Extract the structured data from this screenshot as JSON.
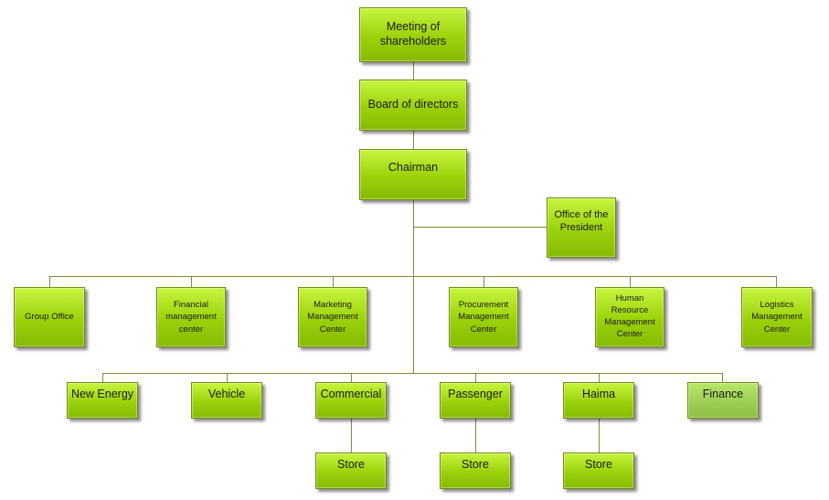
{
  "org_chart": {
    "top": {
      "meeting": "Meeting of shareholders",
      "board": "Board of directors",
      "chairman": "Chairman",
      "president_office": "Office of the President"
    },
    "centers": [
      "Group Office",
      "Financial management center",
      "Marketing Management Center",
      "Procurement Management Center",
      "Human Resource Management Center",
      "Logistics Management Center"
    ],
    "divisions": [
      "New Energy",
      "Vehicle",
      "Commercial",
      "Passenger",
      "Haima",
      "Finance"
    ],
    "stores": [
      "Store",
      "Store",
      "Store"
    ]
  }
}
